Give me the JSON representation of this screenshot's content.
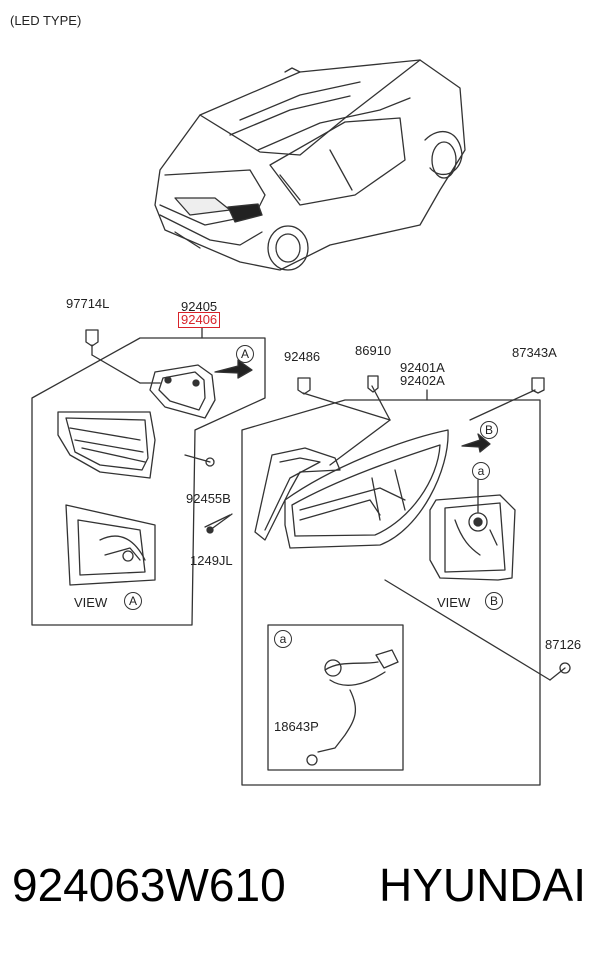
{
  "header": {
    "note": "(LED TYPE)"
  },
  "labels": {
    "p97714L": "97714L",
    "p92405": "92405",
    "p92406": "92406",
    "p92486": "92486",
    "p86910": "86910",
    "p92401A": "92401A",
    "p92402A": "92402A",
    "p87343A": "87343A",
    "p92455B": "92455B",
    "p1249JL": "1249JL",
    "p87126": "87126",
    "p18643P": "18643P"
  },
  "views": {
    "view_a_word": "VIEW",
    "view_a_letter": "A",
    "view_b_word": "VIEW",
    "view_b_letter": "B",
    "callout_a": "A",
    "callout_b": "B",
    "detail_a": "a",
    "detail_a_inset": "a"
  },
  "footer": {
    "part_number": "924063W610",
    "brand": "HYUNDAI"
  },
  "colors": {
    "highlight": "#d8232a",
    "line": "#333333"
  }
}
